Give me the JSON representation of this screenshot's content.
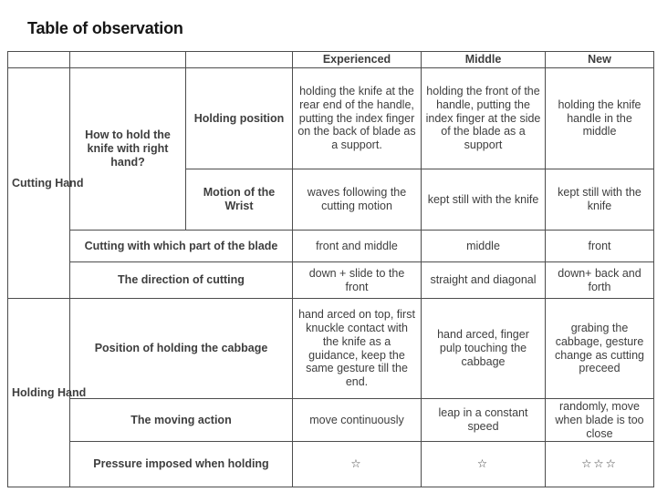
{
  "title": "Table of observation",
  "table": {
    "headers": {
      "experienced": "Experienced",
      "middle": "Middle",
      "new": "New"
    },
    "sections": {
      "cutting": "Cutting Hand",
      "holding": "Holding Hand"
    },
    "rows": [
      {
        "group_label": "How to hold the knife with right hand?",
        "label": "Holding position",
        "experienced": "holding the knife at the rear end of the handle, putting the index finger on the back of blade as a support.",
        "middle": "holding the front of the handle, putting the index finger at the side of the blade as a support",
        "new": "holding the knife handle in the middle"
      },
      {
        "label": "Motion of the Wrist",
        "experienced": "waves following the cutting motion",
        "middle": "kept still with the knife",
        "new": "kept still with the knife"
      },
      {
        "label": "Cutting with which part of the blade",
        "experienced": "front and middle",
        "middle": "middle",
        "new": "front"
      },
      {
        "label": "The direction of cutting",
        "experienced": "down + slide to the front",
        "middle": "straight and diagonal",
        "new": "down+ back and forth"
      },
      {
        "label": "Position of holding the cabbage",
        "experienced": "hand arced on top, first knuckle contact with the knife as a guidance, keep the same gesture till the end.",
        "middle": "hand arced, finger pulp touching the cabbage",
        "new": "grabing the cabbage, gesture change as cutting preceed"
      },
      {
        "label": "The moving action",
        "experienced": "move continuously",
        "middle": "leap in a constant speed",
        "new": "randomly, move when blade is too close"
      },
      {
        "label": "Pressure imposed when holding",
        "experienced": "☆",
        "middle": "☆",
        "new": "☆☆☆"
      }
    ]
  }
}
